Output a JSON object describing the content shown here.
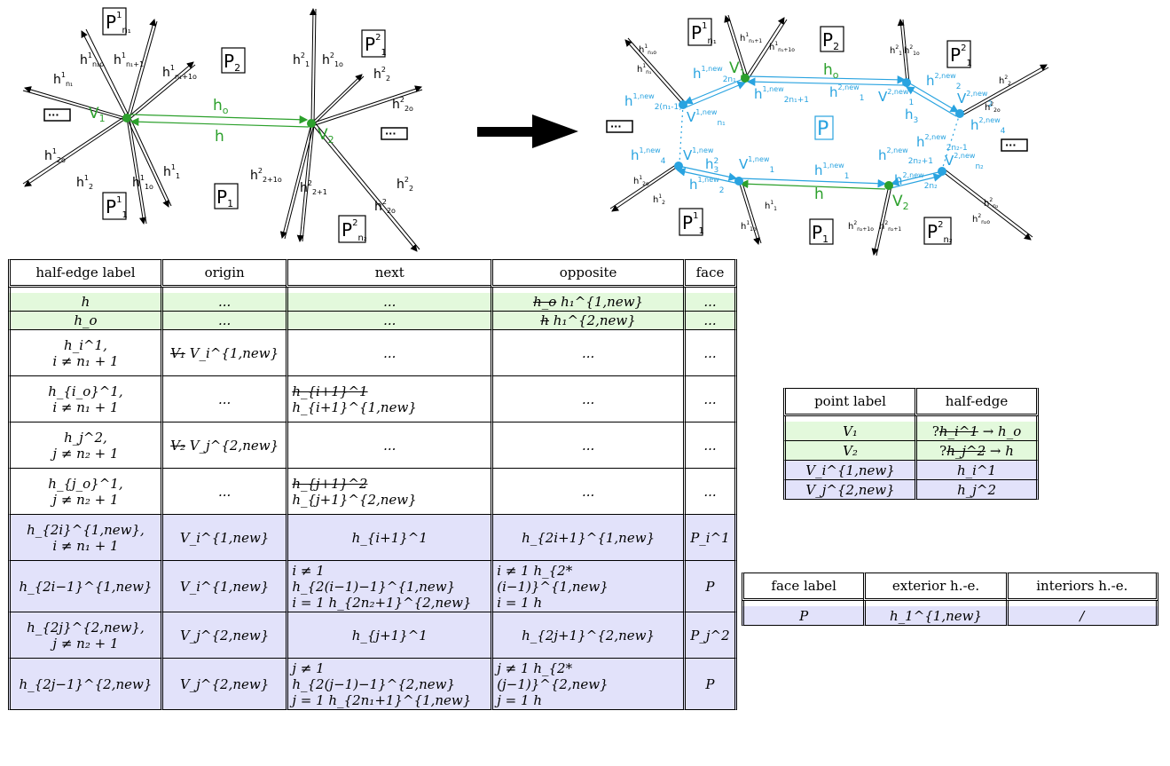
{
  "diagram_left": {
    "faces": [
      "P^1_{n_1}",
      "P_2",
      "P^2_1",
      "P^1_1",
      "P_1",
      "P^2_{n_2}"
    ],
    "vertices": [
      "V_1",
      "V_2"
    ],
    "edge_labels": [
      "h_o",
      "h"
    ],
    "left_fan_labels": [
      "h^1_{n_1o}",
      "h^1_{n_1+1}",
      "h^1_{n_1}",
      "h^1_{n_1+1o}",
      "h^1_{2o}",
      "h^1_2",
      "h^1_{1o}",
      "h^1_1"
    ],
    "right_fan_labels": [
      "h^2_1",
      "h^2_{1o}",
      "h^2_2",
      "h^2_{2o}",
      "h^2_{2+1o}",
      "h^2_{2+1}",
      "h^2_2",
      "h^2_{2o}"
    ]
  },
  "diagram_right": {
    "center_face": "P",
    "new_labels": [
      "h^{1,new}_{2n_1}",
      "h^{1,new}_{2n_1+1}",
      "h^{2,new}_1",
      "h^{1,new}_{2(n_1-1)}",
      "h^{1,new}_4",
      "h^{1,new}_3",
      "h^{1,new}_2",
      "h^{1,new}_1",
      "h^{2,new}_2",
      "h^{2,new}_3",
      "h^{2,new}_4",
      "h^{2,new}_{2n_2+1}",
      "h^{2,new}_{2n_2}"
    ]
  },
  "arrow": "→",
  "main_table": {
    "headers": [
      "half-edge label",
      "origin",
      "next",
      "opposite",
      "face"
    ],
    "rows": [
      {
        "style": "green",
        "label": "h",
        "label2": "",
        "origin": "...",
        "origin_strike": "",
        "next": "...",
        "next_strike": "",
        "opposite": "h₁^{1,new}",
        "opposite_strike": "h_o",
        "face": "..."
      },
      {
        "style": "green",
        "label": "h_o",
        "label2": "",
        "origin": "...",
        "origin_strike": "",
        "next": "...",
        "next_strike": "",
        "opposite": "h₁^{2,new}",
        "opposite_strike": "h",
        "face": "..."
      },
      {
        "style": "white",
        "label": "h_i^1,",
        "label2": "i ≠ n₁ + 1",
        "origin": "V_i^{1,new}",
        "origin_strike": "V₁",
        "next": "...",
        "next_strike": "",
        "opposite": "...",
        "opposite_strike": "",
        "face": "..."
      },
      {
        "style": "white",
        "label": "h_{i_o}^1,",
        "label2": "i ≠ n₁ + 1",
        "origin": "...",
        "origin_strike": "",
        "next": "h_{i+1}^{1,new}",
        "next_strike": "h_{i+1}^1",
        "opposite": "...",
        "opposite_strike": "",
        "face": "..."
      },
      {
        "style": "white",
        "label": "h_j^2,",
        "label2": "j ≠ n₂ + 1",
        "origin": "V_j^{2,new}",
        "origin_strike": "V₂",
        "next": "...",
        "next_strike": "",
        "opposite": "...",
        "opposite_strike": "",
        "face": "..."
      },
      {
        "style": "white",
        "label": "h_{j_o}^1,",
        "label2": "j ≠ n₂ + 1",
        "origin": "...",
        "origin_strike": "",
        "next": "h_{j+1}^{2,new}",
        "next_strike": "h_{j+1}^2",
        "opposite": "...",
        "opposite_strike": "",
        "face": "..."
      },
      {
        "style": "blue",
        "label": "h_{2i}^{1,new},",
        "label2": "i ≠ n₁ + 1",
        "origin": "V_i^{1,new}",
        "origin_strike": "",
        "next": "h_{i+1}^1",
        "next_strike": "",
        "opposite": "h_{2i+1}^{1,new}",
        "opposite_strike": "",
        "face": "P_i^1"
      },
      {
        "style": "blue",
        "label": "h_{2i−1}^{1,new}",
        "label2": "",
        "origin": "V_i^{1,new}",
        "origin_strike": "",
        "next": "i ≠ 1   h_{2(i−1)−1}^{1,new}",
        "next2": "i = 1   h_{2n₂+1}^{2,new}",
        "next_strike": "",
        "opposite": "i ≠ 1   h_{2*(i−1)}^{1,new}",
        "opposite2": "i = 1   h",
        "opposite_strike": "",
        "face": "P"
      },
      {
        "style": "blue",
        "label": "h_{2j}^{2,new},",
        "label2": "j ≠ n₂ + 1",
        "origin": "V_j^{2,new}",
        "origin_strike": "",
        "next": "h_{j+1}^1",
        "next_strike": "",
        "opposite": "h_{2j+1}^{2,new}",
        "opposite_strike": "",
        "face": "P_j^2"
      },
      {
        "style": "blue",
        "label": "h_{2j−1}^{2,new}",
        "label2": "",
        "origin": "V_j^{2,new}",
        "origin_strike": "",
        "next": "j ≠ 1   h_{2(j−1)−1}^{2,new}",
        "next2": "j = 1   h_{2n₁+1}^{1,new}",
        "next_strike": "",
        "opposite": "j ≠ 1   h_{2*(j−1)}^{2,new}",
        "opposite2": "j = 1   h",
        "opposite_strike": "",
        "face": "P"
      }
    ]
  },
  "point_table": {
    "headers": [
      "point label",
      "half-edge"
    ],
    "rows": [
      {
        "style": "green",
        "label": "V₁",
        "value": "?",
        "strike": "h_i^1",
        "after": "→ h_o"
      },
      {
        "style": "green",
        "label": "V₂",
        "value": "?",
        "strike": "h_j^2",
        "after": "→ h"
      },
      {
        "style": "blue",
        "label": "V_i^{1,new}",
        "value": "h_i^1",
        "strike": "",
        "after": ""
      },
      {
        "style": "blue",
        "label": "V_j^{2,new}",
        "value": "h_j^2",
        "strike": "",
        "after": ""
      }
    ]
  },
  "face_table": {
    "headers": [
      "face label",
      "exterior h.-e.",
      "interiors h.-e."
    ],
    "rows": [
      {
        "style": "blue",
        "label": "P",
        "exterior": "h_1^{1,new}",
        "interiors": "/"
      }
    ]
  },
  "colors": {
    "green": "#2ca02c",
    "cyan": "#29a3e0",
    "green_row": "#e3f9dc",
    "blue_row": "#e2e2fa"
  }
}
